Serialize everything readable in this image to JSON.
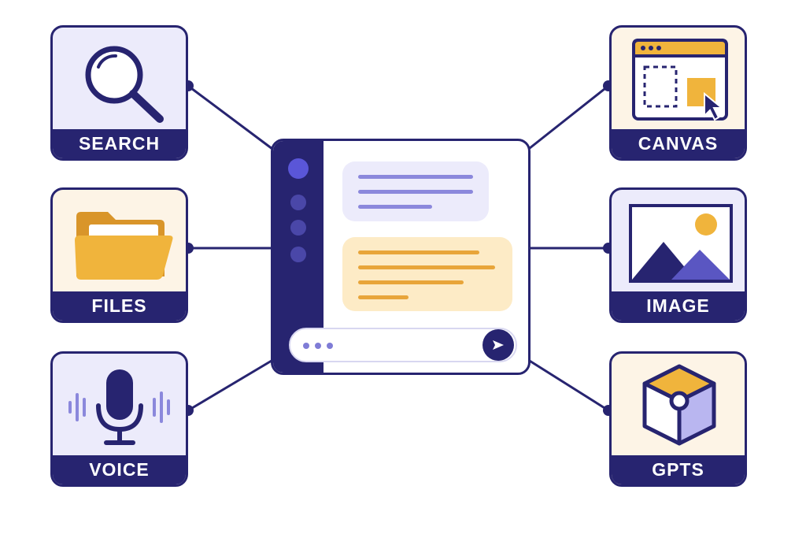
{
  "features": {
    "search": "SEARCH",
    "files": "FILES",
    "voice": "VOICE",
    "canvas": "CANVAS",
    "image": "IMAGE",
    "gpts": "GPTS"
  },
  "colors": {
    "navy": "#272470",
    "lavender": "#ecebfb",
    "cream": "#fdf4e6",
    "amber": "#f0b43c",
    "violet": "#7f7cd6"
  },
  "icons": [
    "magnifier-icon",
    "folder-icon",
    "microphone-icon",
    "browser-window-icon",
    "landscape-image-icon",
    "cube-icon",
    "send-icon"
  ]
}
